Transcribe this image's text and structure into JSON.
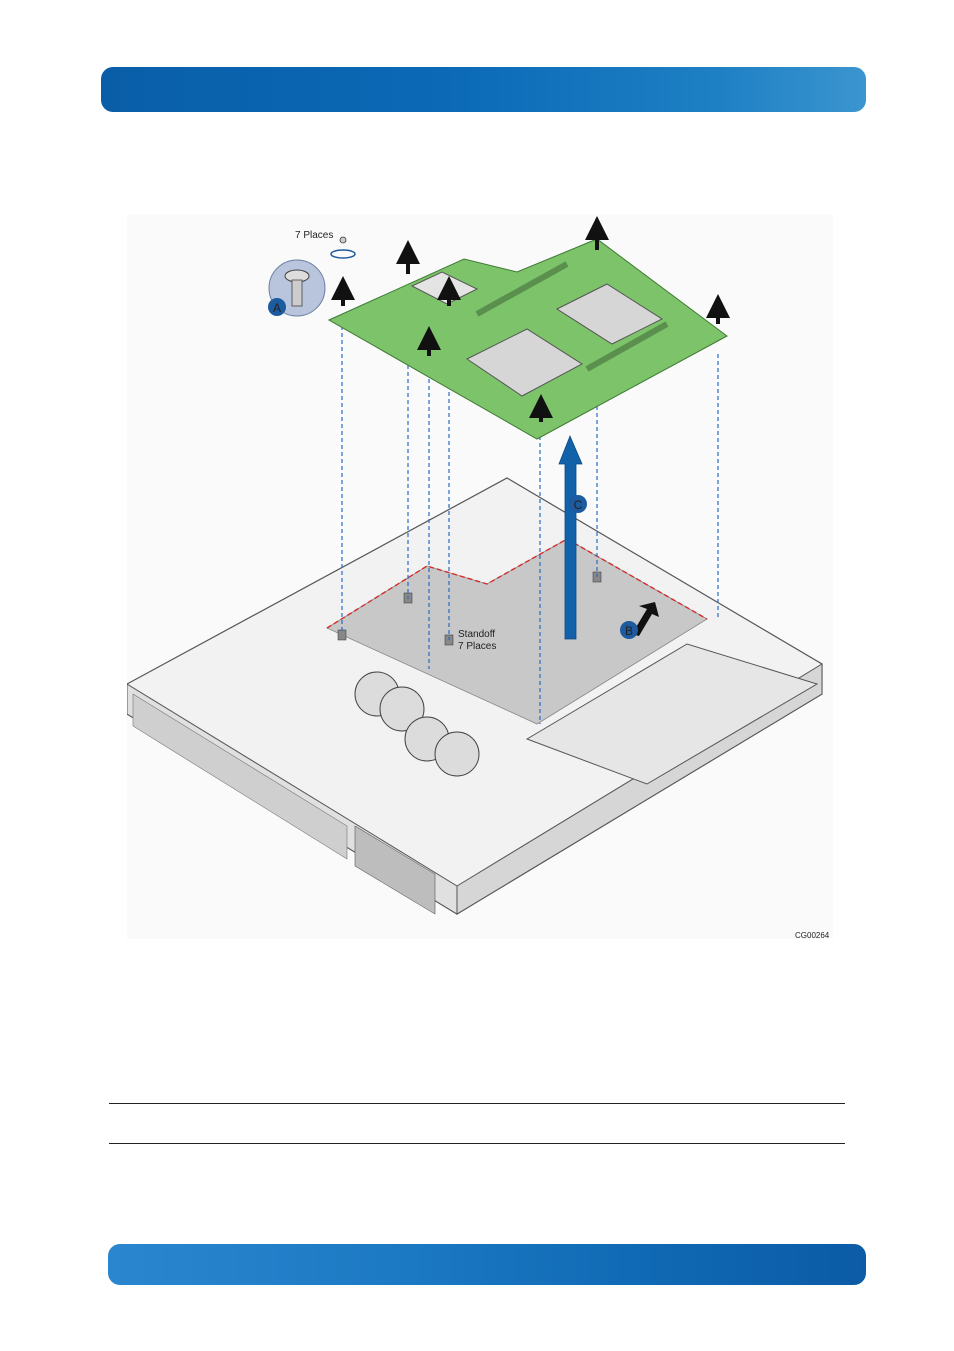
{
  "figure": {
    "screw_callout": "7 Places",
    "standoff_label_line1": "Standoff",
    "standoff_label_line2": "7 Places",
    "step_a": "A",
    "step_b": "B",
    "step_c": "C",
    "figure_id": "CG00264"
  },
  "colors": {
    "banner": "#0b63ae",
    "board_green": "#7cc36a",
    "dashed_line": "#2a6cc4",
    "outline_red": "#d62b2b",
    "arrow_blue": "#1262aa",
    "callout_blue": "#1d5a9e"
  }
}
